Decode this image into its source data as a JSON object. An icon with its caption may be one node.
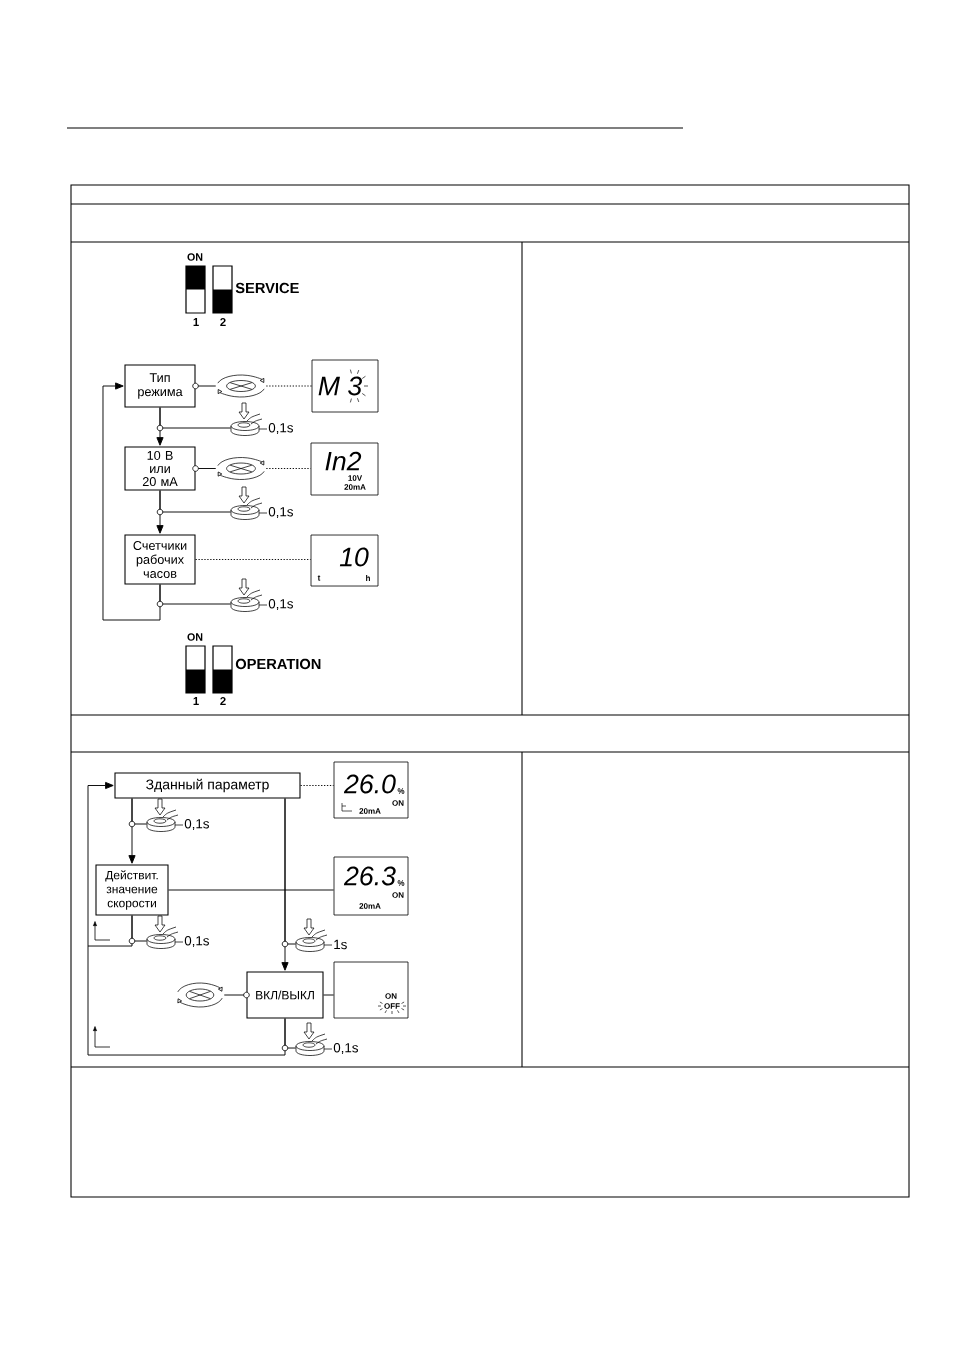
{
  "diagram": {
    "nodes": [
      {
        "text": [
          "Тип режима"
        ]
      },
      {
        "text": [],
        "shape": "picture"
      },
      {
        "text": [
          "M 3"
        ]
      },
      {
        "text": [],
        "shape": "picture",
        "beside": [
          "0,1s"
        ]
      },
      {
        "text": [
          "10 В или 20 мА"
        ]
      },
      {
        "text": [],
        "shape": "picture"
      },
      {
        "text": [
          "In2",
          "10V",
          "20mA"
        ]
      },
      {
        "text": [],
        "shape": "picture",
        "beside": [
          "0,1s"
        ]
      },
      {
        "text": [
          "Счетчики рабочих часов"
        ]
      },
      {
        "text": [
          "t",
          "10",
          "h"
        ]
      },
      {
        "text": [],
        "shape": "picture",
        "beside": [
          "0,1s"
        ]
      },
      {
        "text": [
          "Зданный параметр"
        ]
      },
      {
        "text": [
          "26.0",
          "%",
          "ON",
          "20mA"
        ]
      },
      {
        "text": [],
        "shape": "picture",
        "beside": [
          "0,1s"
        ]
      },
      {
        "text": [
          "Действит. значение скорости"
        ]
      },
      {
        "text": [
          "26.3",
          "%",
          "ON",
          "20mA"
        ]
      },
      {
        "text": [],
        "shape": "picture",
        "beside": [
          "0,1s"
        ]
      },
      {
        "text": [],
        "shape": "picture",
        "beside": [
          "1s"
        ]
      },
      {
        "text": [],
        "shape": "picture"
      },
      {
        "text": [
          "ВКЛ/ВЫКЛ"
        ]
      },
      {
        "text": [
          "ON",
          "OFF"
        ]
      },
      {
        "text": [],
        "shape": "picture",
        "beside": [
          "0,1s"
        ]
      }
    ],
    "edges": [
      {
        "from": 0,
        "to": 1,
        "arrow": "none"
      },
      {
        "from": 1,
        "to": 2,
        "arrow": "none",
        "style": "dashed"
      },
      {
        "from": 0,
        "to": 4,
        "arrow": "to"
      },
      {
        "from": 0,
        "to": 3,
        "arrow": "none"
      },
      {
        "from": 4,
        "to": 5,
        "arrow": "none"
      },
      {
        "from": 5,
        "to": 6,
        "arrow": "none",
        "style": "dashed"
      },
      {
        "from": 4,
        "to": 8,
        "arrow": "to"
      },
      {
        "from": 4,
        "to": 7,
        "arrow": "none"
      },
      {
        "from": 8,
        "to": 9,
        "arrow": "none",
        "style": "dashed"
      },
      {
        "from": 8,
        "to": 0,
        "arrow": "to"
      },
      {
        "from": 8,
        "to": 10,
        "arrow": "none"
      },
      {
        "from": 11,
        "to": 12,
        "arrow": "none",
        "style": "dashed"
      },
      {
        "from": 11,
        "to": 14,
        "arrow": "to"
      },
      {
        "from": 11,
        "to": 13,
        "arrow": "none"
      },
      {
        "from": 14,
        "to": 15,
        "arrow": "none"
      },
      {
        "from": 14,
        "to": 11,
        "arrow": "to"
      },
      {
        "from": 14,
        "to": 16,
        "arrow": "none"
      },
      {
        "from": 11,
        "to": 19,
        "arrow": "to"
      },
      {
        "from": 11,
        "to": 17,
        "arrow": "none"
      },
      {
        "from": 19,
        "to": 18,
        "arrow": "none"
      },
      {
        "from": 19,
        "to": 20,
        "arrow": "none"
      },
      {
        "from": 19,
        "to": 11,
        "arrow": "to"
      },
      {
        "from": 19,
        "to": 21,
        "arrow": "none"
      }
    ],
    "labels": [
      "ON",
      "SERVICE",
      "1",
      "2",
      "ON",
      "OPERATION",
      "1",
      "2"
    ]
  }
}
